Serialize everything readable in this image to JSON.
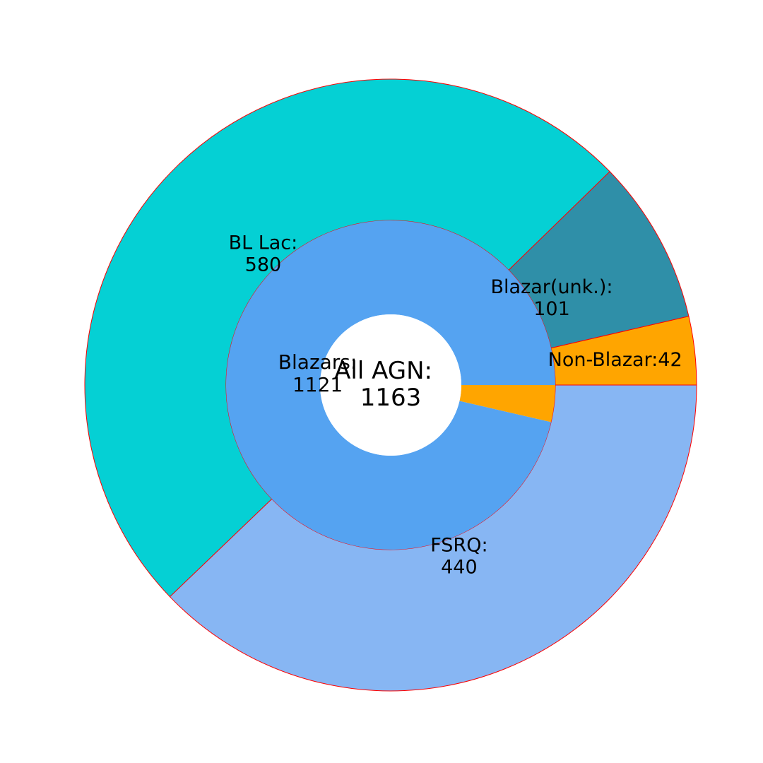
{
  "chart_data": {
    "type": "pie",
    "center_label": {
      "line1": "All AGN:",
      "line2": "1163"
    },
    "inner_ring": [
      {
        "name": "Blazars",
        "label_line1": "Blazars:",
        "label_line2": "1121",
        "value": 1121,
        "color": "#55a3f1"
      },
      {
        "name": "Non-Blazar",
        "value": 42,
        "color": "#ffa500"
      }
    ],
    "outer_ring": [
      {
        "name": "Non-Blazar",
        "label_line1": "Non-Blazar:42",
        "label_line2": "",
        "value": 42,
        "color": "#ffa500"
      },
      {
        "name": "Blazar(unk.)",
        "label_line1": "Blazar(unk.):",
        "label_line2": "101",
        "value": 101,
        "color": "#2f8fa8"
      },
      {
        "name": "BL Lac",
        "label_line1": "BL Lac:",
        "label_line2": "580",
        "value": 580,
        "color": "#05d0d4"
      },
      {
        "name": "FSRQ",
        "label_line1": "FSRQ:",
        "label_line2": "440",
        "value": 440,
        "color": "#87b6f3"
      }
    ],
    "edge_color": "#ff0000",
    "center_color": "#ffffff"
  }
}
